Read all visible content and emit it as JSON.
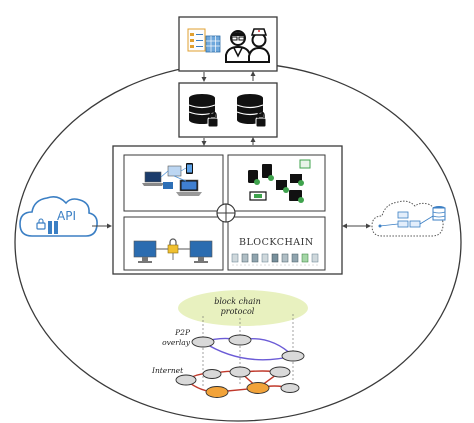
{
  "api": {
    "label": "API"
  },
  "blockchain": {
    "label": "BLOCKCHAIN"
  },
  "network": {
    "protocol_label": "block chain protocol",
    "p2p_label": "P2P overlay",
    "internet_label": "Internet"
  },
  "colors": {
    "outline": "#3a3a3a",
    "api_blue": "#3b7fc4",
    "protocol_green": "#e6f0b8",
    "p2p_link": "#6b5bd6",
    "internet_link": "#c0392b",
    "node_orange": "#f2a33a",
    "node_gray": "#d9d9d9",
    "lock_green": "#3fa34d"
  },
  "icons": [
    "doctor-icon",
    "nurse-icon",
    "checklist-icon",
    "grid-chart-icon",
    "database-icon",
    "lock-icon",
    "computer-network-icon",
    "mobile-device-icon",
    "server-icon",
    "cloud-icon"
  ]
}
